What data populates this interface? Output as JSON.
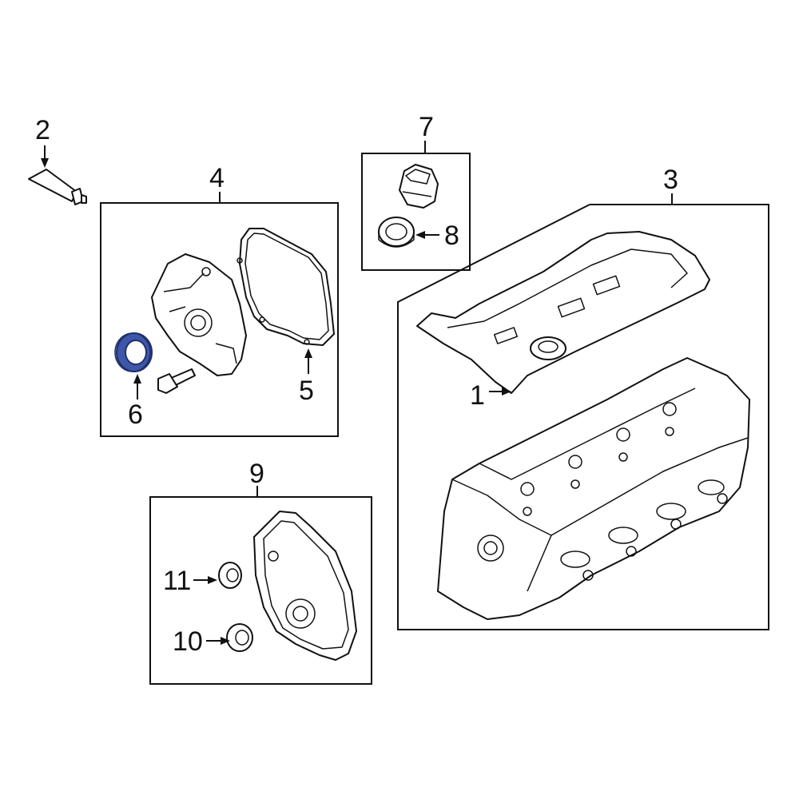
{
  "colors": {
    "line": "#111111",
    "background": "#ffffff",
    "highlight_fill": "#3f57a8",
    "highlight_stroke": "#1f2f6e"
  },
  "callouts": {
    "c1": "1",
    "c2": "2",
    "c3": "3",
    "c4": "4",
    "c5": "5",
    "c6": "6",
    "c7": "7",
    "c8": "8",
    "c9": "9",
    "c10": "10",
    "c11": "11"
  },
  "highlighted_part": "6"
}
